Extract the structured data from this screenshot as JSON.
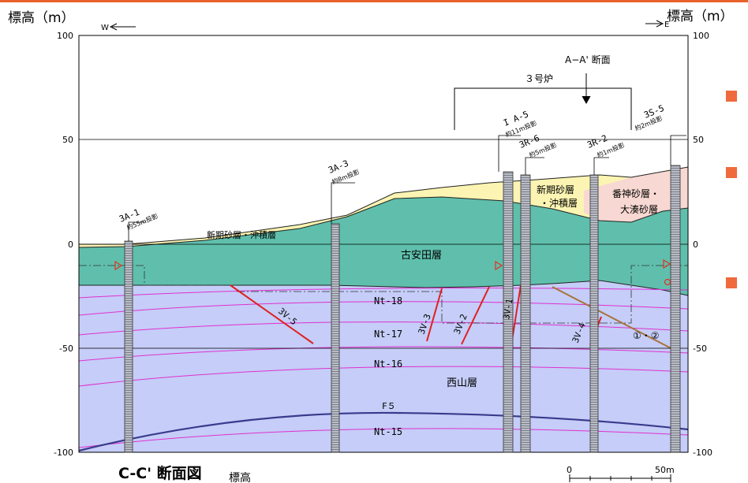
{
  "axes": {
    "left_title": "標高（m）",
    "right_title": "標高（m）",
    "west": "W",
    "east": "E",
    "ticks": [
      "100",
      "50",
      "0",
      "-50",
      "-100"
    ]
  },
  "section": {
    "title": "C-C' 断面図",
    "title_sub": "標高",
    "aa_section": "A−A' 断面",
    "reactor": "３号炉",
    "scale_zero": "0",
    "scale_end": "50m"
  },
  "layers": {
    "shinki_left": "新期砂層・沖積層",
    "shinki_right_1": "新期砂層",
    "shinki_right_2": "・沖積層",
    "bangami_1": "番神砂層・",
    "bangami_2": "大湊砂層",
    "koyasuda": "古安田層",
    "nishiyama": "西山層"
  },
  "boreholes": [
    {
      "id": "3A-1",
      "note": "約55m投影"
    },
    {
      "id": "3A-3",
      "note": "約8m投影"
    },
    {
      "id": "I A-5",
      "note": "約11m投影"
    },
    {
      "id": "3R-6",
      "note": "約5m投影"
    },
    {
      "id": "3R-2",
      "note": "約1m投影"
    },
    {
      "id": "3S-5",
      "note": "約2m投影"
    }
  ],
  "horizons": [
    "Nt-18",
    "Nt-17",
    "Nt-16",
    "F５",
    "Nt-15"
  ],
  "faults": [
    "3V-5",
    "3V-3",
    "3V-2",
    "3V-1",
    "3V-4"
  ],
  "fault_note": "①・②",
  "colors": {
    "accent": "#e8622c",
    "shinki": "#fbf4b2",
    "bangami": "#f7d8d2",
    "koyasuda": "#5fbfac",
    "nishiyama": "#c5cdf8",
    "horizon": "#e030d0",
    "f5": "#3a3a8c",
    "fault": "#e02020",
    "brown": "#a8743a",
    "marker": "#ef6a3c"
  }
}
